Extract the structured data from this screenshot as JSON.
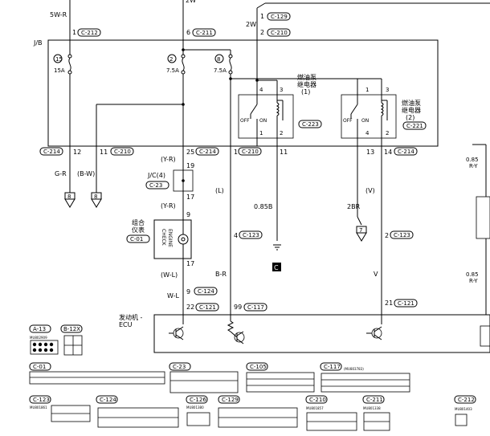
{
  "top": {
    "c129_a": "C-129",
    "c129_b": "C-129",
    "c212": "C-212",
    "c211": "C-211",
    "c210": "C-210",
    "pin1a": "1",
    "pin1b": "1",
    "pin6": "6",
    "pin2": "2",
    "w5r": "5W-R",
    "w2": "2W",
    "w2_2": "2W",
    "jb": "J/B"
  },
  "fuses": [
    {
      "num": "15",
      "amp": "15A"
    },
    {
      "num": "2",
      "amp": "7.5A"
    },
    {
      "num": "8",
      "amp": "7.5A"
    }
  ],
  "relays": [
    {
      "label": "燃油泵\n继电器\n(1)",
      "conn": "C-223",
      "off": "OFF",
      "on": "ON",
      "p4": "4",
      "p3": "3",
      "p1": "1",
      "p2": "2"
    },
    {
      "label": "燃油泵\n继电器\n(2)",
      "conn": "C-221",
      "off": "OFF",
      "on": "ON",
      "p4": "4",
      "p3": "3",
      "p1": "1",
      "p2": "2"
    }
  ],
  "jb_pins": {
    "c214a": "C-214",
    "p12": "12",
    "p11": "11",
    "c210a": "C-210",
    "p25": "25",
    "c214b": "C-214",
    "p1": "1",
    "c210b": "C-210",
    "p11b": "11",
    "p13": "13",
    "p14": "14",
    "c214c": "C-214"
  },
  "wires": {
    "gr": "G-R",
    "bw": "(B-W)",
    "yr1": "(Y-R)",
    "yr2": "(Y-R)",
    "l": "(L)",
    "b085": "0.85B",
    "br2": "2BR",
    "v": "(V)",
    "wl1": "(W-L)",
    "wl2": "W-L",
    "br": "B-R",
    "v2": "V",
    "r085a": "0.85\nR-Y",
    "r085b": "0.85\nR-Y"
  },
  "grounds": {
    "g8a": "8",
    "g8b": "8",
    "g7": "7",
    "e": "C"
  },
  "jc": {
    "name": "J/C(4)",
    "conn": "C-23",
    "p19": "19",
    "p17": "17"
  },
  "meter": {
    "name": "组合\n仪表",
    "conn": "C-01",
    "icon": "CHECK\nENGINE",
    "p9": "9",
    "p17": "17"
  },
  "c123": {
    "conn": "C-123",
    "pin": "4"
  },
  "c123b": {
    "conn": "C-123",
    "pin": "2"
  },
  "c124": {
    "conn": "C-124",
    "pin": "9"
  },
  "c121a": {
    "conn": "C-121",
    "pin": "22"
  },
  "c117": {
    "conn": "C-117",
    "pin": "99"
  },
  "c121b": {
    "conn": "C-121",
    "pin": "21"
  },
  "ecu": {
    "label": "发动机\nECU"
  },
  "legend": {
    "a13": "A-13",
    "b12x": "B-12X",
    "mu1": "MU802909",
    "c01": "C-01",
    "c23": "C-23",
    "c105": "C-105",
    "c117": "C-117",
    "mu2": "(MU803783)",
    "c123": "C-123",
    "c124": "C-124",
    "c126": "C-126",
    "c129": "C-129",
    "c210": "C-210",
    "c211": "C-211",
    "c212": "C-212",
    "mu3": "MU801861",
    "mu4": "MU801380",
    "mu5": "MU801857",
    "mu6": "MU801338",
    "mu7": "MU801403"
  }
}
